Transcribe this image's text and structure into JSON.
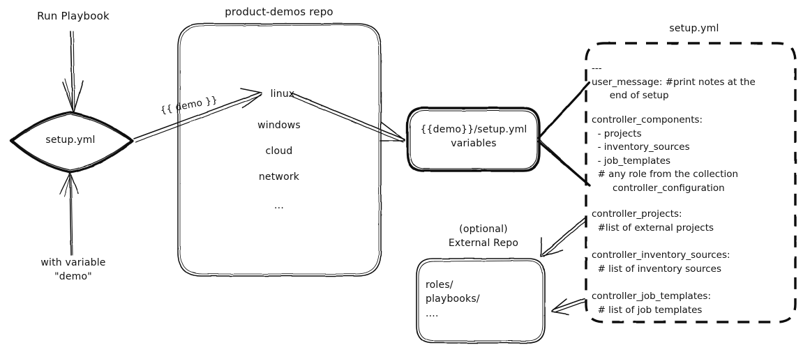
{
  "diagram": {
    "title": "Ansible product-demos setup.yml flow",
    "stroke_color": "#111111",
    "background": "#ffffff"
  },
  "nodes": {
    "start_label": "Run Playbook",
    "variable_note_line1": "with variable",
    "variable_note_line2": "\"demo\"",
    "entry_diamond": "setup.yml",
    "repo_box_title": "product-demos repo",
    "repo_items": [
      "linux",
      "windows",
      "cloud",
      "network",
      "..."
    ],
    "vars_node_line1": "{{demo}}/setup.yml",
    "vars_node_line2": "variables",
    "setup_box_title": "setup.yml",
    "external_repo_title_line1": "(optional)",
    "external_repo_title_line2": "External Repo",
    "external_repo_items": [
      "roles/",
      "playbooks/",
      "...."
    ]
  },
  "edges": {
    "demo_var_label": "{{ demo }}"
  },
  "setup_yml_content": {
    "block_1": "---\nuser_message: #print notes at the\n      end of setup",
    "block_2": "controller_components:\n  - projects\n  - inventory_sources\n  - job_templates\n  # any role from the collection\n       controller_configuration",
    "block_3": "controller_projects:\n  #list of external projects",
    "block_4": "controller_inventory_sources:\n  # list of inventory sources",
    "block_5": "controller_job_templates:\n  # list of job templates"
  }
}
